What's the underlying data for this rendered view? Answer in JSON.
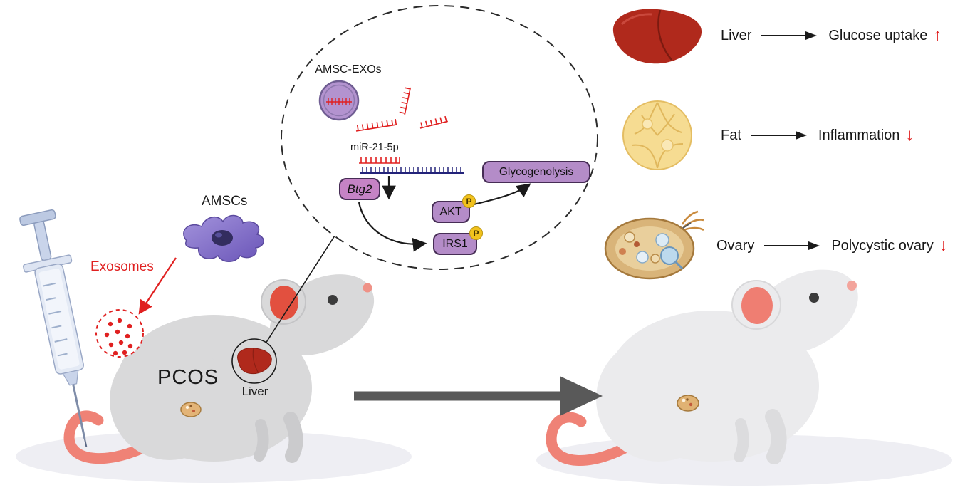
{
  "colors": {
    "accent_red": "#e02020",
    "node_purple": "#b48cc8",
    "btg2_pink": "#c583c5",
    "phospho_yellow": "#f2c21d",
    "pcos_mouse_gray": "#d9d9da",
    "treated_mouse_gray": "#ebebed",
    "tail_pink": "#ef8276",
    "transition_arrow_gray": "#595959",
    "liver_red": "#b0291c",
    "fat_yellow": "#f6dc92",
    "mirna_navy": "#23237a"
  },
  "left_panel": {
    "amscs_label": "AMSCs",
    "exosomes_label": "Exosomes",
    "pcos_label": "PCOS",
    "liver_label": "Liver"
  },
  "inset": {
    "exosome_label": "AMSC-EXOs",
    "mirna_label": "miR-21-5p",
    "btg2_label": "Btg2",
    "akt_label": "AKT",
    "irs1_label": "IRS1",
    "glycogenolysis_label": "Glycogenolysis",
    "phospho_label": "P"
  },
  "outcomes": [
    {
      "organ": "Liver",
      "result": "Glucose uptake",
      "direction": "↑"
    },
    {
      "organ": "Fat",
      "result": "Inflammation",
      "direction": "↓"
    },
    {
      "organ": "Ovary",
      "result": "Polycystic ovary",
      "direction": "↓"
    }
  ]
}
